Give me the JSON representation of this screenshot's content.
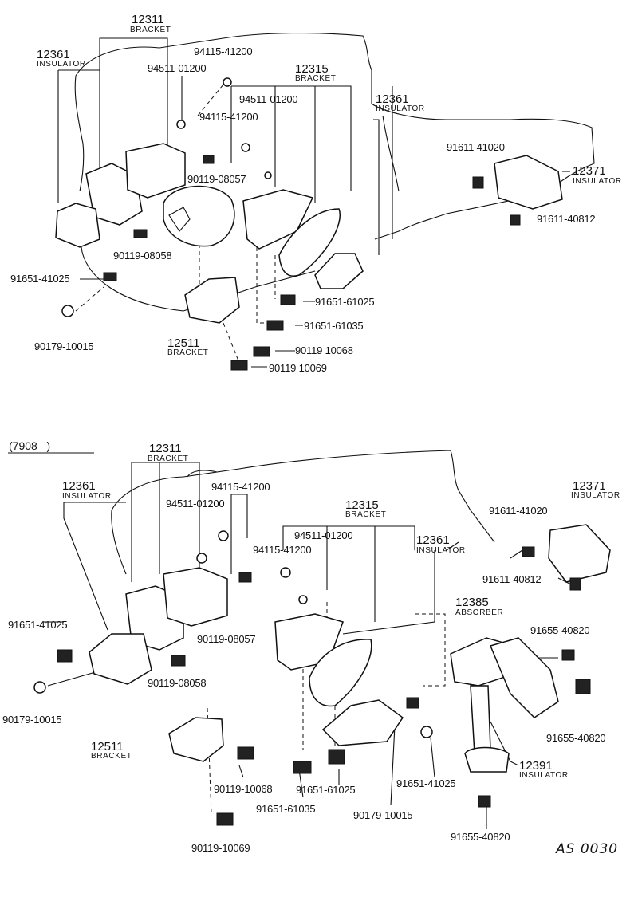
{
  "section2_header": "(7908–      )",
  "drawing_mark": "AS 0030",
  "top": {
    "bracket_12311": {
      "number": "12311",
      "name": "BRACKET"
    },
    "insulator_12361_left": {
      "number": "12361",
      "name": "INSULATOR"
    },
    "p94115_a": "94115-41200",
    "p94511_a": "94511-01200",
    "bracket_12315": {
      "number": "12315",
      "name": "BRACKET"
    },
    "p94511_b": "94511-01200",
    "insulator_12361_right": {
      "number": "12361",
      "name": "INSULATOR"
    },
    "p94115_b": "94115-41200",
    "p91611_41020": "91611 41020",
    "insulator_12371": {
      "number": "12371",
      "name": "INSULATOR"
    },
    "p90119_08057": "90119-08057",
    "p91611_40812": "91611-40812",
    "p90119_08058": "90119-08058",
    "p91651_41025": "91651-41025",
    "p91651_61025": "91651-61025",
    "p90179_10015": "90179-10015",
    "p91651_61035": "91651-61035",
    "bracket_12511": {
      "number": "12511",
      "name": "BRACKET"
    },
    "p90119_10068": "90119 10068",
    "p90119_10069": "90119 10069"
  },
  "bottom": {
    "bracket_12311": {
      "number": "12311",
      "name": "BRACKET"
    },
    "p94115_a": "94115-41200",
    "insulator_12361_left": {
      "number": "12361",
      "name": "INSULATOR"
    },
    "p94511_a": "94511-01200",
    "bracket_12315": {
      "number": "12315",
      "name": "BRACKET"
    },
    "insulator_12371": {
      "number": "12371",
      "name": "INSULATOR"
    },
    "p94511_b": "94511-01200",
    "p91611_41020": "91611-41020",
    "p94115_b": "94115-41200",
    "insulator_12361_right": {
      "number": "12361",
      "name": "INSULATOR"
    },
    "p91611_40812": "91611-40812",
    "absorber_12385": {
      "number": "12385",
      "name": "ABSORBER"
    },
    "p91651_41025_a": "91651-41025",
    "p90119_08057": "90119-08057",
    "p91655_40820_a": "91655-40820",
    "p90119_08058": "90119-08058",
    "p90179_10015_a": "90179-10015",
    "p91655_40820_b": "91655-40820",
    "bracket_12511": {
      "number": "12511",
      "name": "BRACKET"
    },
    "insulator_12391": {
      "number": "12391",
      "name": "INSULATOR"
    },
    "p90119_10068": "90119-10068",
    "p91651_61025": "91651-61025",
    "p91651_41025_b": "91651-41025",
    "p91651_61035": "91651-61035",
    "p90179_10015_b": "90179-10015",
    "p91655_40820_c": "91655-40820",
    "p90119_10069": "90119-10069"
  }
}
